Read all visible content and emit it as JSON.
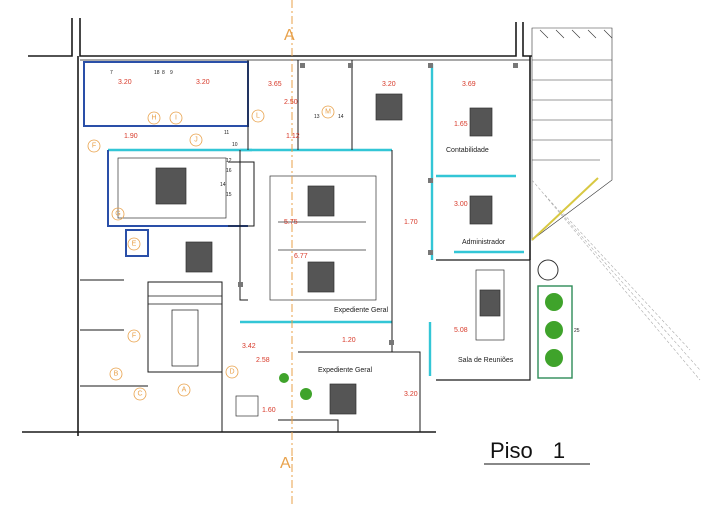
{
  "title": {
    "text": "Piso",
    "number": "1"
  },
  "section_markers": {
    "top": "A",
    "bottom": "A'"
  },
  "rooms": [
    {
      "key": "contabilidade",
      "label": "Contabilidade"
    },
    {
      "key": "administrador",
      "label": "Administrador"
    },
    {
      "key": "sala_reunioes",
      "label": "Sala de Reuniões"
    },
    {
      "key": "expediente_geral_1",
      "label": "Expediente Geral"
    },
    {
      "key": "expediente_geral_2",
      "label": "Expediente Geral"
    }
  ],
  "dimensions": [
    "3.20",
    "3.20",
    "3.65",
    "2.50",
    "3.20",
    "3.69",
    "1.65",
    "1.90",
    "1.12",
    "5.75",
    "1.70",
    "3.00",
    "6.77",
    "5.08",
    "1.20",
    "3.42",
    "2.58",
    "1.60",
    "3.20"
  ],
  "space_tags": [
    "A",
    "B",
    "C",
    "D",
    "E",
    "F",
    "F",
    "G",
    "H",
    "I",
    "J",
    "L",
    "M"
  ],
  "numbers": [
    "7",
    "8",
    "9",
    "10",
    "11",
    "12",
    "13",
    "14",
    "14",
    "15",
    "16",
    "18",
    "25"
  ],
  "colors": {
    "walls": "#1a1a1a",
    "partitions": "#33c6d6",
    "blue_walls": "#2a4fa8",
    "dimensions": "#d83a2a",
    "tags": "#e8a14a",
    "plants": "#3fa32b",
    "green_zone": "#2e8b57"
  }
}
